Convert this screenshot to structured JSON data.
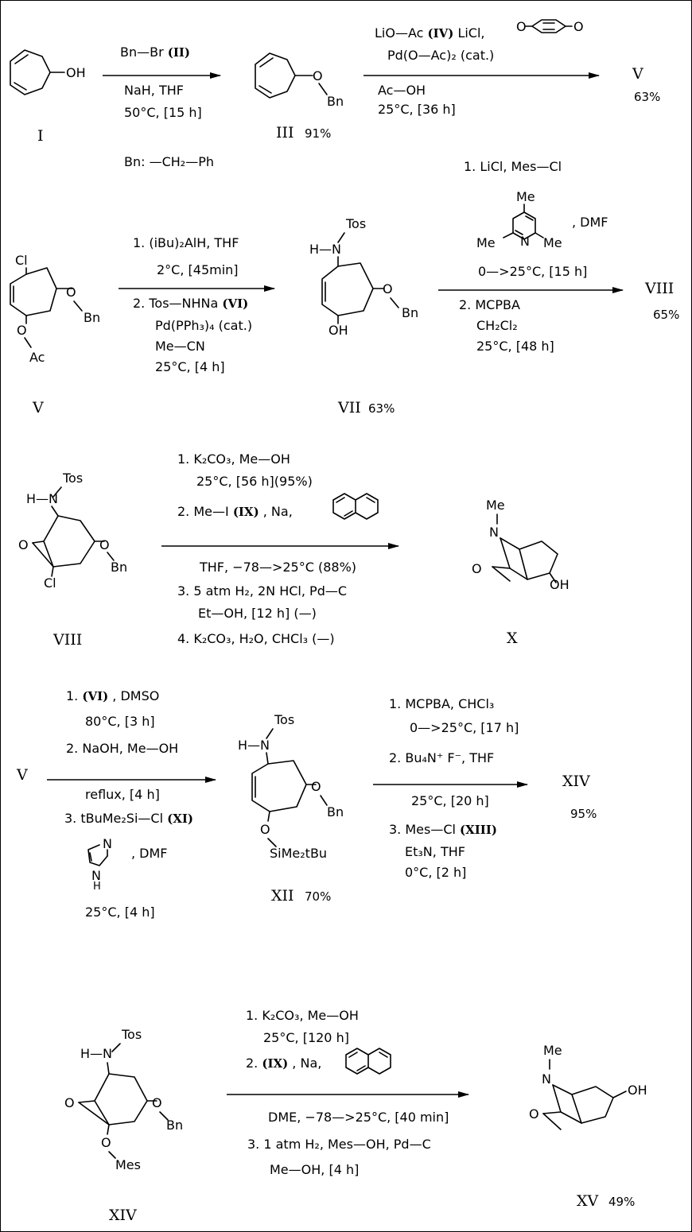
{
  "rows": [
    {
      "id": "row1",
      "compounds": [
        {
          "id": "I",
          "label": "I",
          "yield": ""
        },
        {
          "id": "III",
          "label": "III",
          "yield": "91%"
        },
        {
          "id": "V",
          "label": "V",
          "yield": "63%"
        }
      ],
      "steps": [
        {
          "id": "step1",
          "above": [
            [
              "Bn—Br  ",
              "(II)"
            ]
          ],
          "below": [
            "NaH, THF",
            "50°C, [15 h]"
          ],
          "note": "Bn: —CH₂—Ph"
        },
        {
          "id": "step2",
          "above": [
            [
              "LiO—Ac  ",
              "(IV)",
              "  LiCl,"
            ],
            [
              "Pd(O—Ac)₂ (cat.)"
            ]
          ],
          "below": [
            "Ac—OH",
            "25°C, [36 h]"
          ],
          "reagent_structure": "benzoquinone"
        }
      ]
    },
    {
      "id": "row2",
      "compounds": [
        {
          "id": "V",
          "label": "V",
          "yield": ""
        },
        {
          "id": "VII",
          "label": "VII",
          "yield": "63%"
        },
        {
          "id": "VIII",
          "label": "VIII",
          "yield": "65%"
        }
      ],
      "steps": [
        {
          "id": "step3",
          "above": [
            "1. (iBu)₂AlH, THF",
            "2°C, [45min]"
          ],
          "below": [
            [
              "2. Tos—NHNa  ",
              "(VI)"
            ],
            [
              "Pd(PPh₃)₄ (cat.)"
            ],
            [
              "Me—CN"
            ],
            [
              "25°C, [4 h]"
            ]
          ]
        },
        {
          "id": "step4",
          "above": [
            "1. LiCl, Mes—Cl",
            ", DMF",
            "0—>25°C, [15 h]"
          ],
          "below": [
            "2. MCPBA",
            "CH₂Cl₂",
            "25°C, [48 h]"
          ],
          "reagent_structure": "2,4,6-collidine"
        }
      ]
    },
    {
      "id": "row3",
      "compounds": [
        {
          "id": "VIII",
          "label": "VIII",
          "yield": ""
        },
        {
          "id": "X",
          "label": "X",
          "yield": ""
        }
      ],
      "steps": [
        {
          "id": "step5",
          "above": [
            [
              "1. K₂CO₃, Me—OH"
            ],
            [
              "25°C, [56 h](95%)"
            ],
            [
              "2.  Me—I  ",
              "(IX)",
              " , Na,"
            ]
          ],
          "below": [
            "THF, −78—>25°C (88%)",
            "3. 5 atm H₂, 2N HCl,   Pd—C",
            "Et—OH, [12 h]   (—)",
            "4. K₂CO₃, H₂O, CHCl₃    (—)"
          ],
          "reagent_structure": "naphthalene"
        }
      ]
    },
    {
      "id": "row4",
      "compounds": [
        {
          "id": "V",
          "label": "V",
          "yield": ""
        },
        {
          "id": "XII",
          "label": "XII",
          "yield": "70%"
        },
        {
          "id": "XIV",
          "label": "XIV",
          "yield": "95%"
        }
      ],
      "steps": [
        {
          "id": "step6",
          "above": [
            [
              "1. ",
              "(VI)",
              " , DMSO"
            ],
            [
              "80°C, [3 h]"
            ],
            [
              "2. NaOH, Me—OH"
            ]
          ],
          "below": [
            [
              "reflux, [4 h]"
            ],
            [
              "3. tBuMe₂Si—Cl  ",
              "(XI)"
            ],
            [
              ", DMF"
            ],
            [
              "25°C, [4 h]"
            ]
          ],
          "reagent_structure": "imidazole"
        },
        {
          "id": "step7",
          "above": [
            [
              "1. MCPBA, CHCl₃"
            ],
            [
              "0—>25°C, [17 h]"
            ],
            [
              "2. Bu₄N⁺ F⁻, THF"
            ]
          ],
          "below": [
            [
              "25°C, [20 h]"
            ],
            [
              "3. Mes—Cl  ",
              "(XIII)"
            ],
            [
              "Et₃N, THF"
            ],
            [
              "0°C, [2 h]"
            ]
          ]
        }
      ]
    },
    {
      "id": "row5",
      "compounds": [
        {
          "id": "XIV",
          "label": "XIV",
          "yield": ""
        },
        {
          "id": "XV",
          "label": "XV",
          "yield": "49%"
        }
      ],
      "steps": [
        {
          "id": "step8",
          "above": [
            [
              "1. K₂CO₃, Me—OH"
            ],
            [
              "25°C, [120 h]"
            ],
            [
              "2. ",
              "(IX)",
              " , Na,"
            ]
          ],
          "below": [
            "DME, −78—>25°C, [40 min]",
            "3. 1 atm H₂, Mes—OH,   Pd—C",
            "Me—OH, [4 h]"
          ],
          "reagent_structure": "naphthalene"
        }
      ]
    }
  ],
  "atoms": {
    "OH": "OH",
    "O": "O",
    "Bn": "Bn",
    "Cl": "Cl",
    "Ac": "Ac",
    "Tos": "Tos",
    "HN": "H—N",
    "N": "N",
    "Me": "Me",
    "H": "H",
    "Mes": "Mes",
    "SiMe2tBu": "SiMe₂tBu"
  }
}
